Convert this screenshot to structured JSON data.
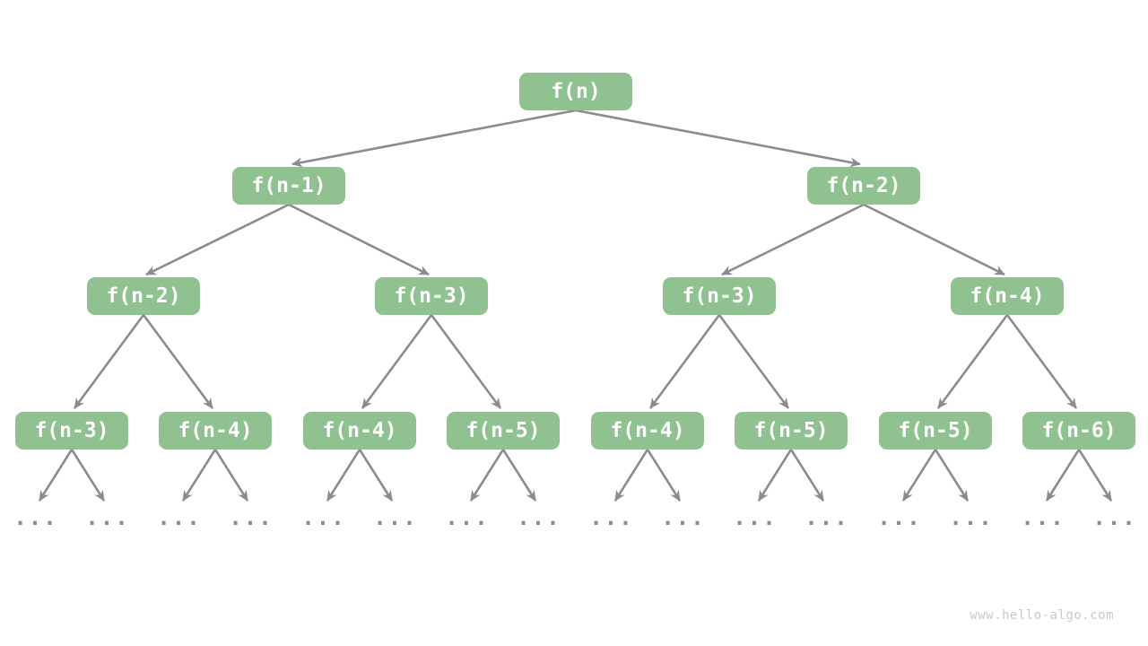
{
  "diagram": {
    "type": "recursion-tree",
    "description_visible": false
  },
  "colors": {
    "node_fill": "#8FC290",
    "node_text": "#FFFFFF",
    "edge": "#8C8C8C",
    "ellipsis": "#8C8C8C",
    "watermark": "#C8C8C8"
  },
  "nodes": [
    {
      "label": "f(n)",
      "level": 1
    },
    {
      "label": "f(n-1)",
      "level": 2
    },
    {
      "label": "f(n-2)",
      "level": 2
    },
    {
      "label": "f(n-2)",
      "level": 3
    },
    {
      "label": "f(n-3)",
      "level": 3
    },
    {
      "label": "f(n-3)",
      "level": 3
    },
    {
      "label": "f(n-4)",
      "level": 3
    },
    {
      "label": "f(n-3)",
      "level": 4
    },
    {
      "label": "f(n-4)",
      "level": 4
    },
    {
      "label": "f(n-4)",
      "level": 4
    },
    {
      "label": "f(n-5)",
      "level": 4
    },
    {
      "label": "f(n-4)",
      "level": 4
    },
    {
      "label": "f(n-5)",
      "level": 4
    },
    {
      "label": "f(n-5)",
      "level": 4
    },
    {
      "label": "f(n-6)",
      "level": 4
    }
  ],
  "edges": [
    [
      0,
      1
    ],
    [
      0,
      2
    ],
    [
      1,
      3
    ],
    [
      1,
      4
    ],
    [
      2,
      5
    ],
    [
      2,
      6
    ],
    [
      3,
      7
    ],
    [
      3,
      8
    ],
    [
      4,
      9
    ],
    [
      4,
      10
    ],
    [
      5,
      11
    ],
    [
      5,
      12
    ],
    [
      6,
      13
    ],
    [
      6,
      14
    ]
  ],
  "leaves": [
    "...",
    "...",
    "...",
    "...",
    "...",
    "...",
    "...",
    "...",
    "...",
    "...",
    "...",
    "...",
    "...",
    "...",
    "...",
    "..."
  ],
  "watermark": "www.hello-algo.com"
}
